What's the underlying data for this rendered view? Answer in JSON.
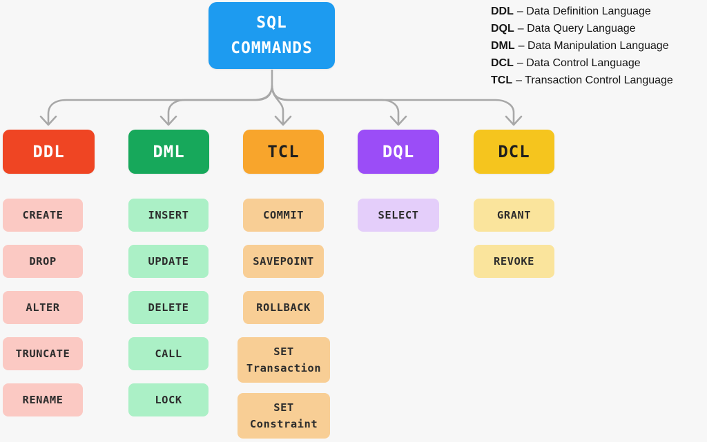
{
  "title": "SQL\nCOMMANDS",
  "colors": {
    "background": "#F7F7F7",
    "root_bg": "#1D9BF0",
    "root_text": "#FFFFFF",
    "connector": "#A8A8A8",
    "command_text": "#2D2D2D"
  },
  "legend": {
    "items": [
      {
        "abbr": "DDL",
        "desc": "– Data Definition Language"
      },
      {
        "abbr": "DQL",
        "desc": "– Data Query Language"
      },
      {
        "abbr": "DML",
        "desc": "– Data Manipulation Language"
      },
      {
        "abbr": "DCL",
        "desc": "– Data Control Language"
      },
      {
        "abbr": "TCL",
        "desc": "– Transaction Control Language"
      }
    ]
  },
  "columns": [
    {
      "label": "DDL",
      "colors": {
        "header_bg": "#EF4523",
        "header_text": "#FFFFFF",
        "item_bg": "#FBC9C3"
      },
      "commands": [
        "CREATE",
        "DROP",
        "ALTER",
        "TRUNCATE",
        "RENAME"
      ]
    },
    {
      "label": "DML",
      "colors": {
        "header_bg": "#17A85B",
        "header_text": "#FFFFFF",
        "item_bg": "#ABF0C6"
      },
      "commands": [
        "INSERT",
        "UPDATE",
        "DELETE",
        "CALL",
        "LOCK"
      ]
    },
    {
      "label": "TCL",
      "colors": {
        "header_bg": "#F8A52C",
        "header_text": "#1F1F1F",
        "item_bg": "#F8CE95"
      },
      "commands": [
        "COMMIT",
        "SAVEPOINT",
        "ROLLBACK",
        "SET\nTransaction",
        "SET\nConstraint"
      ]
    },
    {
      "label": "DQL",
      "colors": {
        "header_bg": "#9B4DF7",
        "header_text": "#FFFFFF",
        "item_bg": "#E4CEFA"
      },
      "commands": [
        "SELECT"
      ]
    },
    {
      "label": "DCL",
      "colors": {
        "header_bg": "#F5C51E",
        "header_text": "#1F1F1F",
        "item_bg": "#FAE49C"
      },
      "commands": [
        "GRANT",
        "REVOKE"
      ]
    }
  ]
}
